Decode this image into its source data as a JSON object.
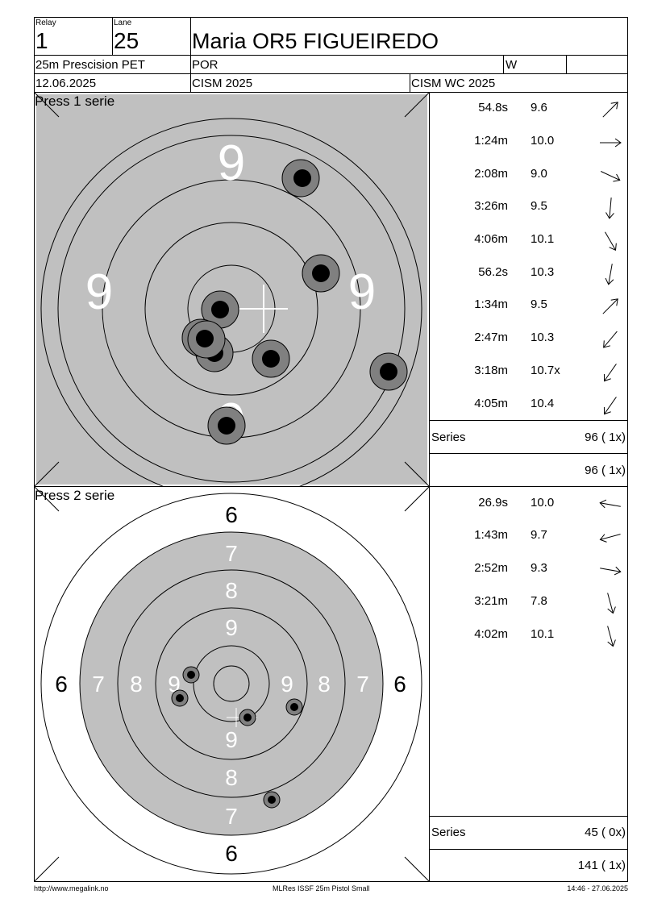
{
  "header": {
    "relay_label": "Relay",
    "relay_value": "1",
    "lane_label": "Lane",
    "lane_value": "25",
    "athlete_name": "Maria OR5 FIGUEIREDO",
    "event": "25m Prescision PET",
    "nation": "POR",
    "gender": "W",
    "date": "12.06.2025",
    "competition": "CISM 2025",
    "championship": "CISM WC 2025"
  },
  "series1": {
    "title": "Press 1 serie",
    "target_numbers": [
      "9",
      "9",
      "9",
      "9"
    ],
    "shots": [
      {
        "time": "54.8s",
        "score": "9.6",
        "direction": "ne"
      },
      {
        "time": "1:24m",
        "score": "10.0",
        "direction": "e"
      },
      {
        "time": "2:08m",
        "score": "9.0",
        "direction": "se"
      },
      {
        "time": "3:26m",
        "score": "9.5",
        "direction": "s"
      },
      {
        "time": "4:06m",
        "score": "10.1",
        "direction": "se"
      },
      {
        "time": "56.2s",
        "score": "10.3",
        "direction": "s"
      },
      {
        "time": "1:34m",
        "score": "9.5",
        "direction": "ne"
      },
      {
        "time": "2:47m",
        "score": "10.3",
        "direction": "sw"
      },
      {
        "time": "3:18m",
        "score": "10.7x",
        "direction": "sw"
      },
      {
        "time": "4:05m",
        "score": "10.4",
        "direction": "sw"
      }
    ],
    "series_label": "Series",
    "series_total": "96 ( 1x)",
    "running_total": "96 ( 1x)"
  },
  "series2": {
    "title": "Press 2 serie",
    "ring_labels": {
      "six": "6",
      "seven": "7",
      "eight": "8",
      "nine": "9"
    },
    "shots": [
      {
        "time": "26.9s",
        "score": "10.0",
        "direction": "w"
      },
      {
        "time": "1:43m",
        "score": "9.7",
        "direction": "w"
      },
      {
        "time": "2:52m",
        "score": "9.3",
        "direction": "e"
      },
      {
        "time": "3:21m",
        "score": "7.8",
        "direction": "s"
      },
      {
        "time": "4:02m",
        "score": "10.1",
        "direction": "s"
      }
    ],
    "series_label": "Series",
    "series_total": "45 ( 0x)",
    "running_total": "141 ( 1x)"
  },
  "footer": {
    "url": "http://www.megalink.no",
    "software": "MLRes ISSF 25m Pistol Small",
    "timestamp": "14:46 - 27.06.2025"
  },
  "colors": {
    "target_gray": "#c0c0c0",
    "shot_ring": "#808080",
    "shot_core": "#000000"
  }
}
